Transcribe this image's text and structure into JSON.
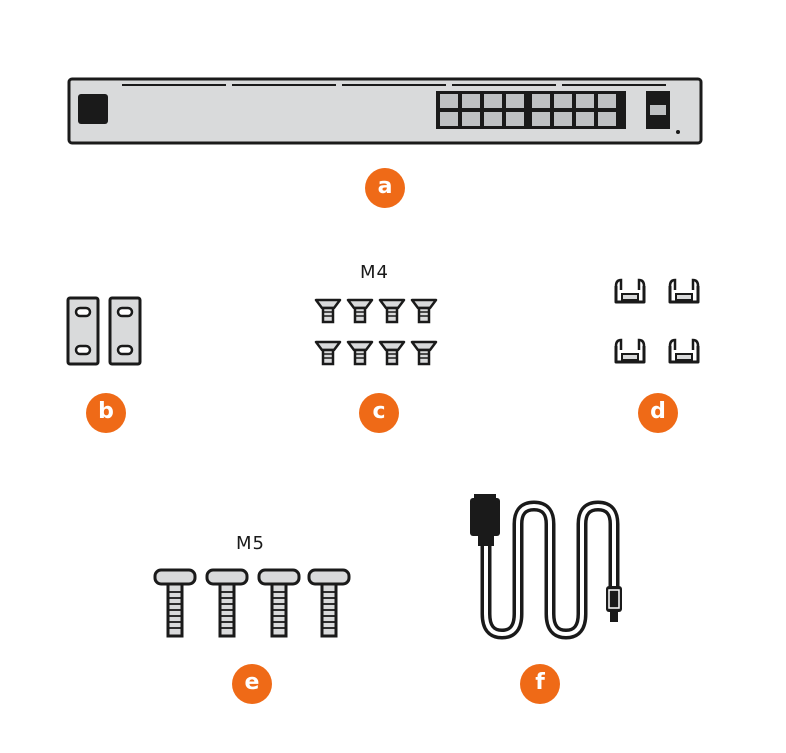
{
  "items": {
    "a": {
      "letter": "a",
      "icon": "switch-icon"
    },
    "b": {
      "letter": "b",
      "icon": "rack-ear-icon"
    },
    "c": {
      "letter": "c",
      "label": "M4",
      "icon": "m4-screw-icon"
    },
    "d": {
      "letter": "d",
      "icon": "cable-clip-icon"
    },
    "e": {
      "letter": "e",
      "label": "M5",
      "icon": "m5-screw-icon"
    },
    "f": {
      "letter": "f",
      "icon": "power-cord-icon"
    }
  },
  "colors": {
    "accent": "#ef6a17",
    "outline": "#1a1a1a",
    "device_body": "#d9dadb"
  }
}
